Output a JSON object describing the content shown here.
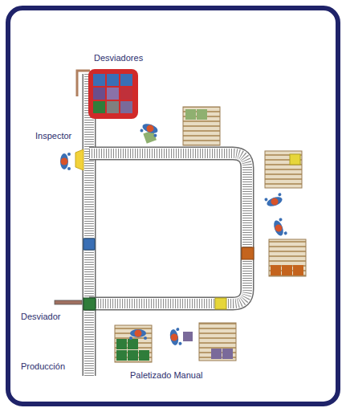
{
  "diagram": {
    "labels": [
      "Desviadores",
      "Inspector",
      "Desviador",
      "Producción",
      "Paletizado Manual"
    ]
  }
}
